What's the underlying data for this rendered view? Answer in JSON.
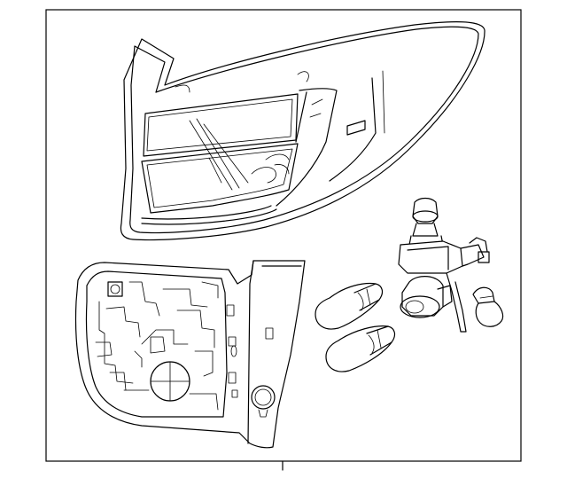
{
  "diagram": {
    "parts": [
      {
        "name": "tail-lamp-lens-housing"
      },
      {
        "name": "lamp-back-housing"
      },
      {
        "name": "bulb-socket-harness"
      },
      {
        "name": "bulb-large-upper"
      },
      {
        "name": "bulb-large-lower"
      },
      {
        "name": "bulb-small"
      }
    ]
  }
}
